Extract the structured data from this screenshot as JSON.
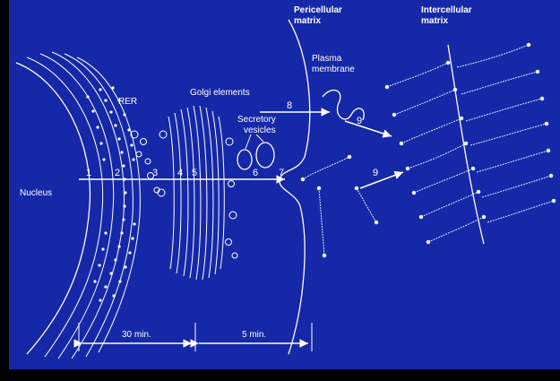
{
  "labels": {
    "nucleus": "Nucleus",
    "rer": "RER",
    "golgi": "Golgi elements",
    "secretory_1": "Secretory",
    "secretory_2": "vesicles",
    "plasma_1": "Plasma",
    "plasma_2": "membrane",
    "pericellular_1": "Pericellular",
    "pericellular_2": "matrix",
    "intercellular_1": "Intercellular",
    "intercellular_2": "matrix"
  },
  "steps": [
    "1",
    "2",
    "3",
    "4",
    "5",
    "6",
    "7",
    "8",
    "9",
    "9"
  ],
  "timeline": {
    "segment_1": "30 min.",
    "segment_2": "5 min."
  },
  "colors": {
    "background": "#1528a8",
    "border": "#000000",
    "ink": "#ffffff"
  }
}
